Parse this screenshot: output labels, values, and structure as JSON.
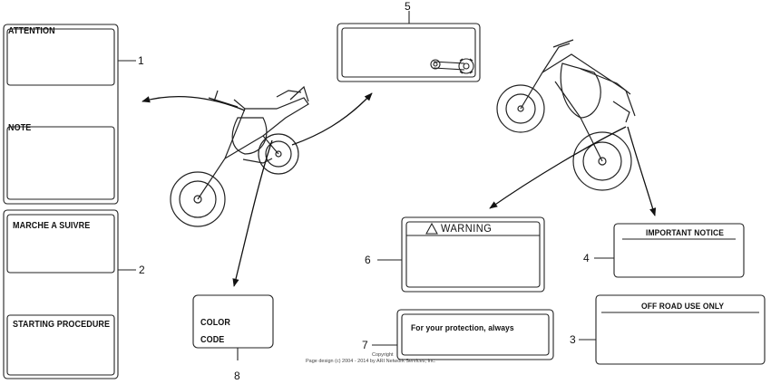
{
  "labels": {
    "attention": "ATTENTION",
    "note": "NOTE",
    "marche": "MARCHE A SUIVRE",
    "starting": "STARTING PROCEDURE",
    "color": "COLOR",
    "code": "CODE",
    "warning": "WARNING",
    "important": "IMPORTANT NOTICE",
    "offroad": "OFF ROAD USE ONLY",
    "protection": "For your protection, always"
  },
  "callouts": {
    "c1": "1",
    "c2": "2",
    "c3": "3",
    "c4": "4",
    "c5": "5",
    "c6": "6",
    "c7": "7",
    "c8": "8"
  },
  "copyright": {
    "line1": "Copyright",
    "line2": "Page design (c) 2004 - 2014 by ARI Network Services, Inc."
  },
  "icons": {
    "warning_triangle": "warning-triangle-icon",
    "motorcycle": "motorcycle-icon"
  }
}
